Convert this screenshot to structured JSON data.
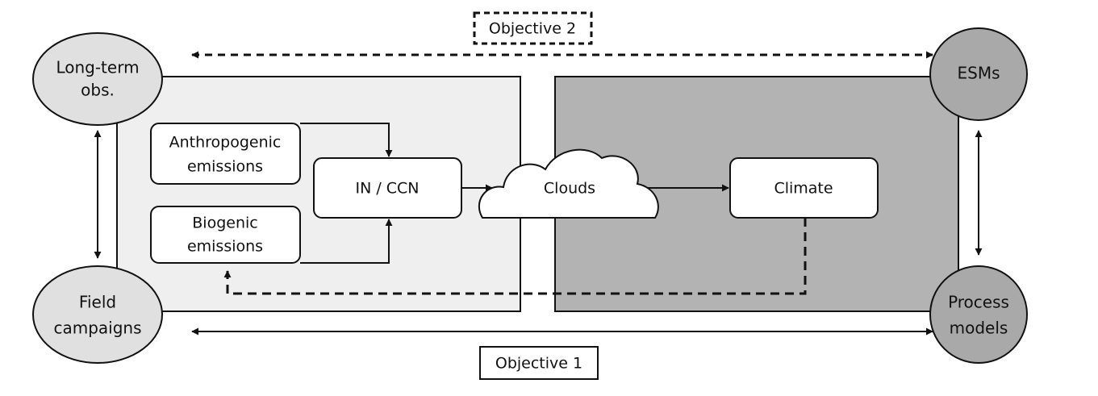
{
  "objectives": {
    "objective_1": "Objective 1",
    "objective_2": "Objective 2"
  },
  "nodes": {
    "long_term_obs": {
      "line1": "Long-term",
      "line2": "obs."
    },
    "field_campaigns": {
      "line1": "Field",
      "line2": "campaigns"
    },
    "esms": {
      "label": "ESMs"
    },
    "process_models": {
      "line1": "Process",
      "line2": "models"
    },
    "anthropogenic_emissions": {
      "line1": "Anthropogenic",
      "line2": "emissions"
    },
    "biogenic_emissions": {
      "line1": "Biogenic",
      "line2": "emissions"
    },
    "in_ccn": {
      "label": "IN / CCN"
    },
    "clouds": {
      "label": "Clouds"
    },
    "climate": {
      "label": "Climate"
    }
  },
  "colors": {
    "observation_panel": "#efefef",
    "model_panel": "#b3b3b3",
    "observation_ellipse": "#e0e0e0",
    "model_ellipse": "#a9a9a9",
    "stroke": "#111111"
  }
}
